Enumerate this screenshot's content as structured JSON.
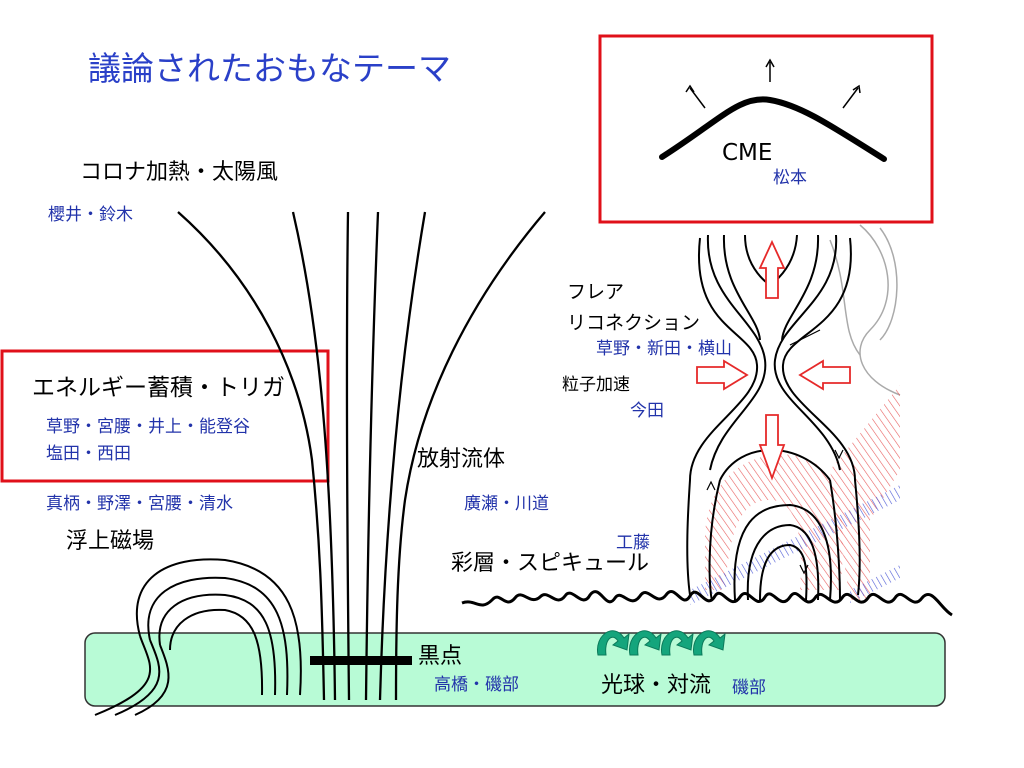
{
  "slide": {
    "title": "議論されたおもなテーマ"
  },
  "topics": {
    "corona": {
      "label": "コロナ加熱・太陽風",
      "people": "櫻井・鈴木"
    },
    "cme": {
      "label": "CME",
      "people": "松本"
    },
    "flare": {
      "label_line1": "フレア",
      "label_line2": "リコネクション",
      "people": "草野・新田・横山"
    },
    "particle": {
      "label": "粒子加速",
      "people": "今田"
    },
    "energy": {
      "label": "エネルギー蓄積・トリガ",
      "people_line1": "草野・宮腰・井上・能登谷",
      "people_line2": "塩田・西田"
    },
    "emerging": {
      "people": "真柄・野澤・宮腰・清水",
      "label": "浮上磁場"
    },
    "radiative": {
      "label": "放射流体",
      "people": "廣瀬・川道"
    },
    "chromosphere": {
      "people": "工藤",
      "label": "彩層・スピキュール"
    },
    "sunspot": {
      "label": "黒点",
      "people": "高橋・磯部"
    },
    "photosphere": {
      "label": "光球・対流",
      "people": "磯部"
    }
  },
  "colors": {
    "title": "#2a40c8",
    "names": "#2233aa",
    "highlight_box": "#e0101a",
    "photosphere_fill": "#b8fbd6",
    "convection_arrows": "#14a57c",
    "flow_arrows": "#e62a2a"
  }
}
